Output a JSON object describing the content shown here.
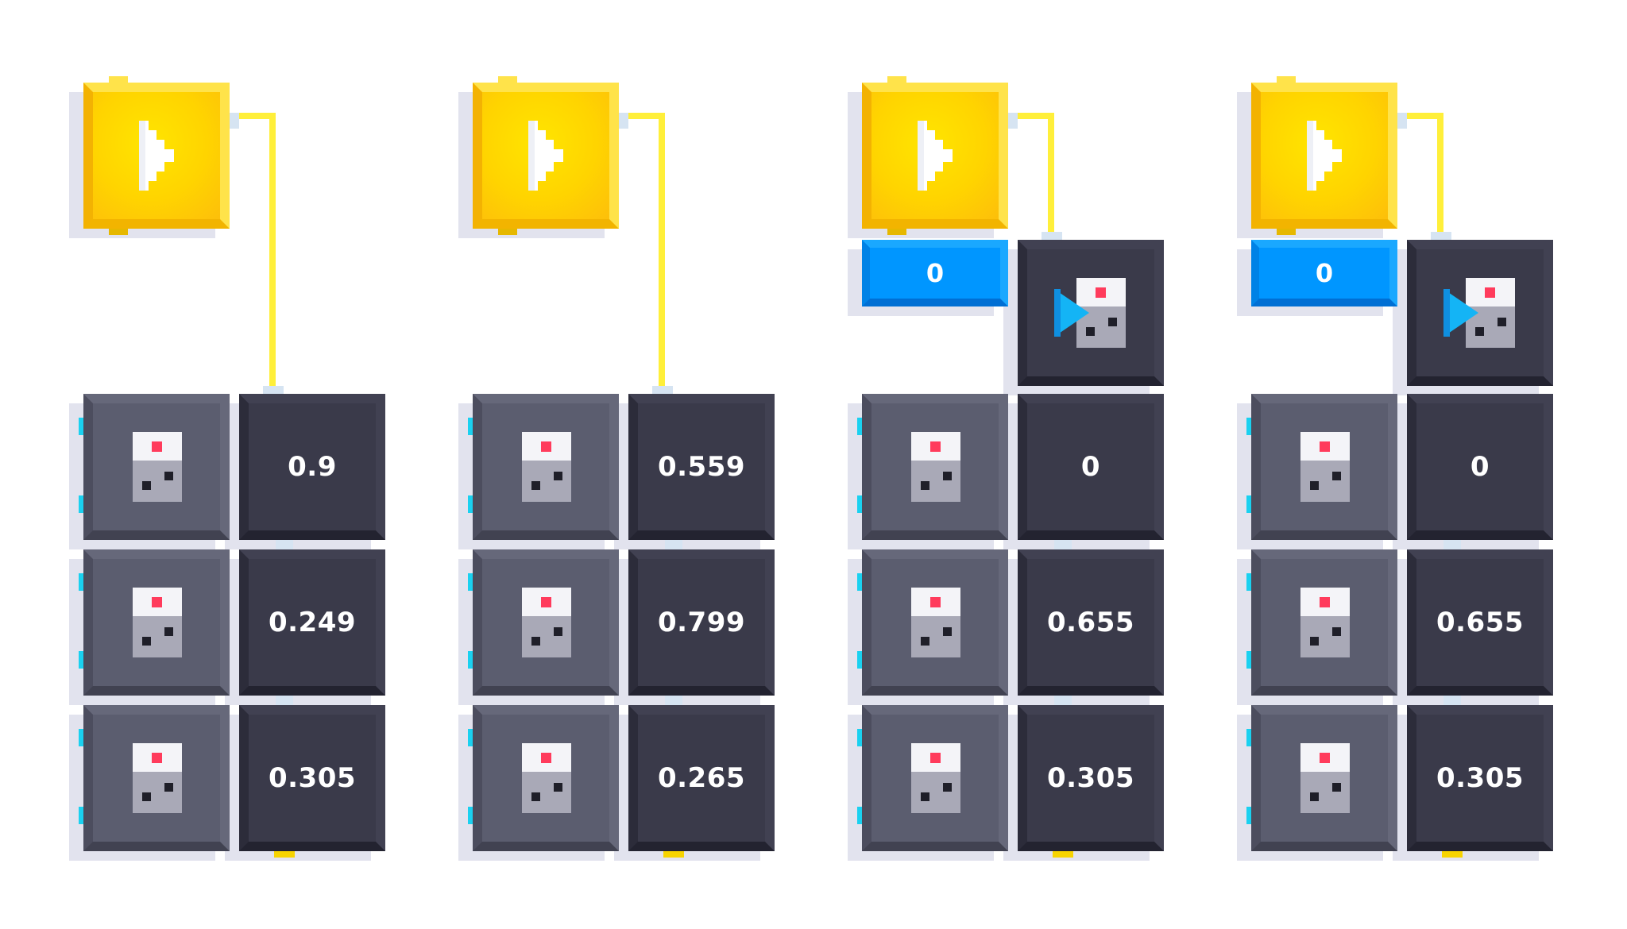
{
  "panels": [
    {
      "id": "panel-1",
      "has_counter": false,
      "counter_value": "",
      "values": [
        "0.9",
        "0.249",
        "0.305"
      ]
    },
    {
      "id": "panel-2",
      "has_counter": false,
      "counter_value": "",
      "values": [
        "0.559",
        "0.799",
        "0.265"
      ]
    },
    {
      "id": "panel-3",
      "has_counter": true,
      "counter_value": "0",
      "values": [
        "0",
        "0.655",
        "0.305"
      ]
    },
    {
      "id": "panel-4",
      "has_counter": true,
      "counter_value": "0",
      "values": [
        "0",
        "0.655",
        "0.305"
      ]
    }
  ],
  "icons": {
    "play": "play-icon",
    "sensor": "sensor-chip-icon",
    "reset": "reset-chip-icon"
  },
  "colors": {
    "play_yellow": "#ffd400",
    "wire_yellow": "#ffef3a",
    "counter_blue": "#0096ff",
    "sensor_gray": "#5b5d6f",
    "value_dark": "#3a3a4a",
    "chip_red": "#ff3b5c",
    "arrow_cyan": "#14b4f5"
  }
}
